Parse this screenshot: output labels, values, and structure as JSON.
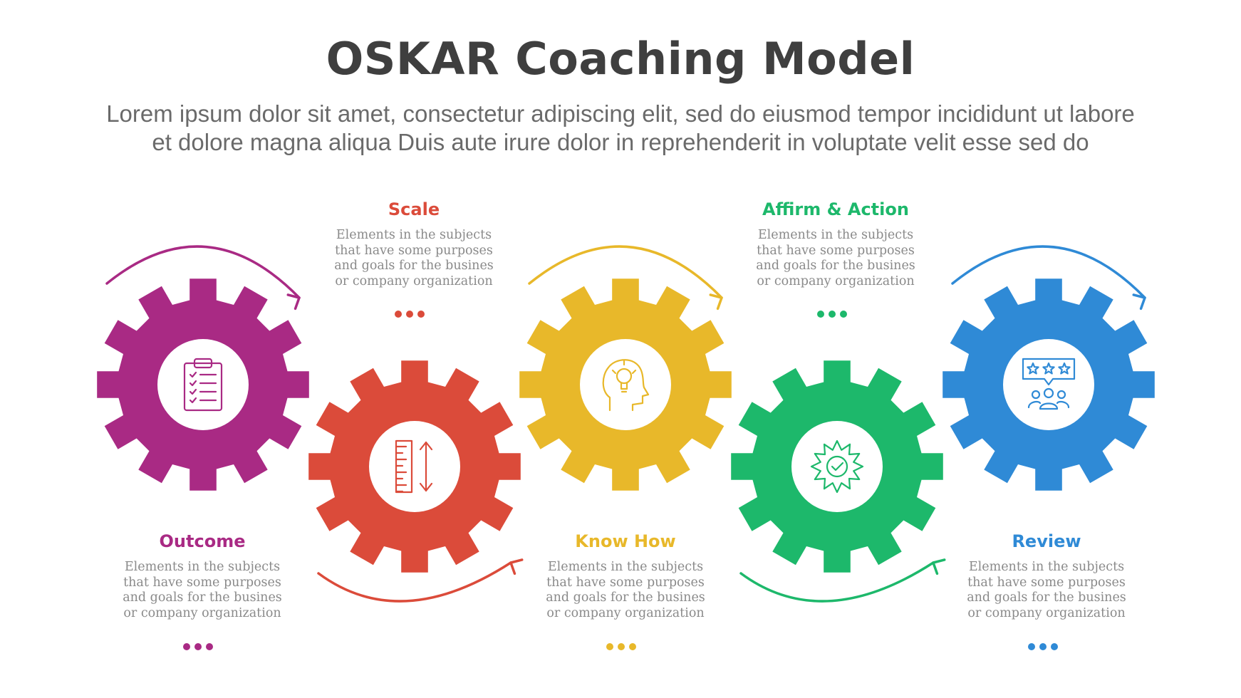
{
  "header": {
    "title": "OSKAR Coaching Model",
    "subtitle_line1": "Lorem ipsum dolor sit amet, consectetur adipiscing elit, sed do eiusmod tempor incididunt ut labore",
    "subtitle_line2": "et dolore magna aliqua Duis aute irure dolor in reprehenderit in voluptate velit esse sed do"
  },
  "steps": [
    {
      "title": "Outcome",
      "color": "#a92a84",
      "icon": "clipboard-checklist-icon",
      "desc": [
        "Elements in the subjects",
        "that have some purposes",
        "and goals for the  busines",
        "or company organization"
      ]
    },
    {
      "title": "Scale",
      "color": "#db4b3a",
      "icon": "ruler-vertical-scale-icon",
      "desc": [
        "Elements in the subjects",
        "that have some purposes",
        "and goals for the  busines",
        "or company organization"
      ]
    },
    {
      "title": "Know How",
      "color": "#e8b82a",
      "icon": "head-lightbulb-icon",
      "desc": [
        "Elements in the subjects",
        "that have some purposes",
        "and goals for the  busines",
        "or company organization"
      ]
    },
    {
      "title": "Affirm & Action",
      "color": "#1db86b",
      "icon": "badge-check-icon",
      "desc": [
        "Elements in the subjects",
        "that have some purposes",
        "and goals for the  busines",
        "or company organization"
      ]
    },
    {
      "title": "Review",
      "color": "#2f8ad6",
      "icon": "rating-stars-team-icon",
      "desc": [
        "Elements in the subjects",
        "that have some purposes",
        "and goals for the  busines",
        "or company organization"
      ]
    }
  ]
}
